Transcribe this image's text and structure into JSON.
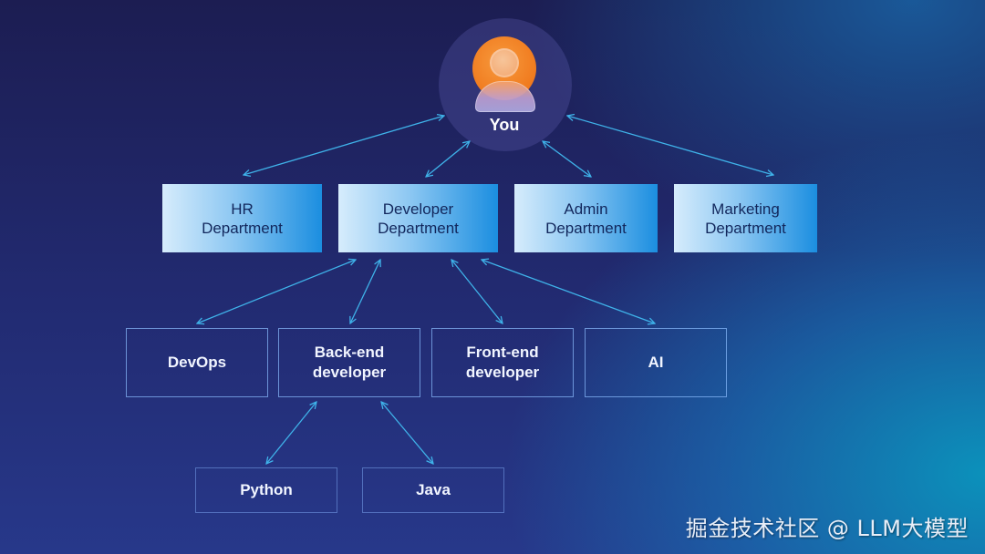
{
  "colors": {
    "arrow": "#3fb3ea",
    "avatar_orange": "#f07a1e",
    "dept_text": "#12275c",
    "node_border": "#8cbeff",
    "text_light": "#f1f5ff"
  },
  "root": {
    "label": "You",
    "icon": "user-avatar-icon"
  },
  "departments": [
    {
      "id": "hr",
      "line1": "HR",
      "line2": "Department"
    },
    {
      "id": "developer",
      "line1": "Developer",
      "line2": "Department"
    },
    {
      "id": "admin",
      "line1": "Admin",
      "line2": "Department"
    },
    {
      "id": "marketing",
      "line1": "Marketing",
      "line2": "Department"
    }
  ],
  "developer_roles": [
    {
      "id": "devops",
      "line1": "DevOps",
      "line2": ""
    },
    {
      "id": "backend",
      "line1": "Back-end",
      "line2": "developer"
    },
    {
      "id": "frontend",
      "line1": "Front-end",
      "line2": "developer"
    },
    {
      "id": "ai",
      "line1": "AI",
      "line2": ""
    }
  ],
  "backend_languages": [
    {
      "id": "python",
      "label": "Python"
    },
    {
      "id": "java",
      "label": "Java"
    }
  ],
  "connections": [
    {
      "from": "You",
      "to": "HR Department",
      "type": "bidirectional"
    },
    {
      "from": "You",
      "to": "Developer Department",
      "type": "bidirectional"
    },
    {
      "from": "You",
      "to": "Admin Department",
      "type": "bidirectional"
    },
    {
      "from": "You",
      "to": "Marketing Department",
      "type": "bidirectional"
    },
    {
      "from": "Developer Department",
      "to": "DevOps",
      "type": "bidirectional"
    },
    {
      "from": "Developer Department",
      "to": "Back-end developer",
      "type": "bidirectional"
    },
    {
      "from": "Developer Department",
      "to": "Front-end developer",
      "type": "bidirectional"
    },
    {
      "from": "Developer Department",
      "to": "AI",
      "type": "bidirectional"
    },
    {
      "from": "Back-end developer",
      "to": "Python",
      "type": "bidirectional"
    },
    {
      "from": "Back-end developer",
      "to": "Java",
      "type": "bidirectional"
    }
  ],
  "watermark": "掘金技术社区 @ LLM大模型"
}
